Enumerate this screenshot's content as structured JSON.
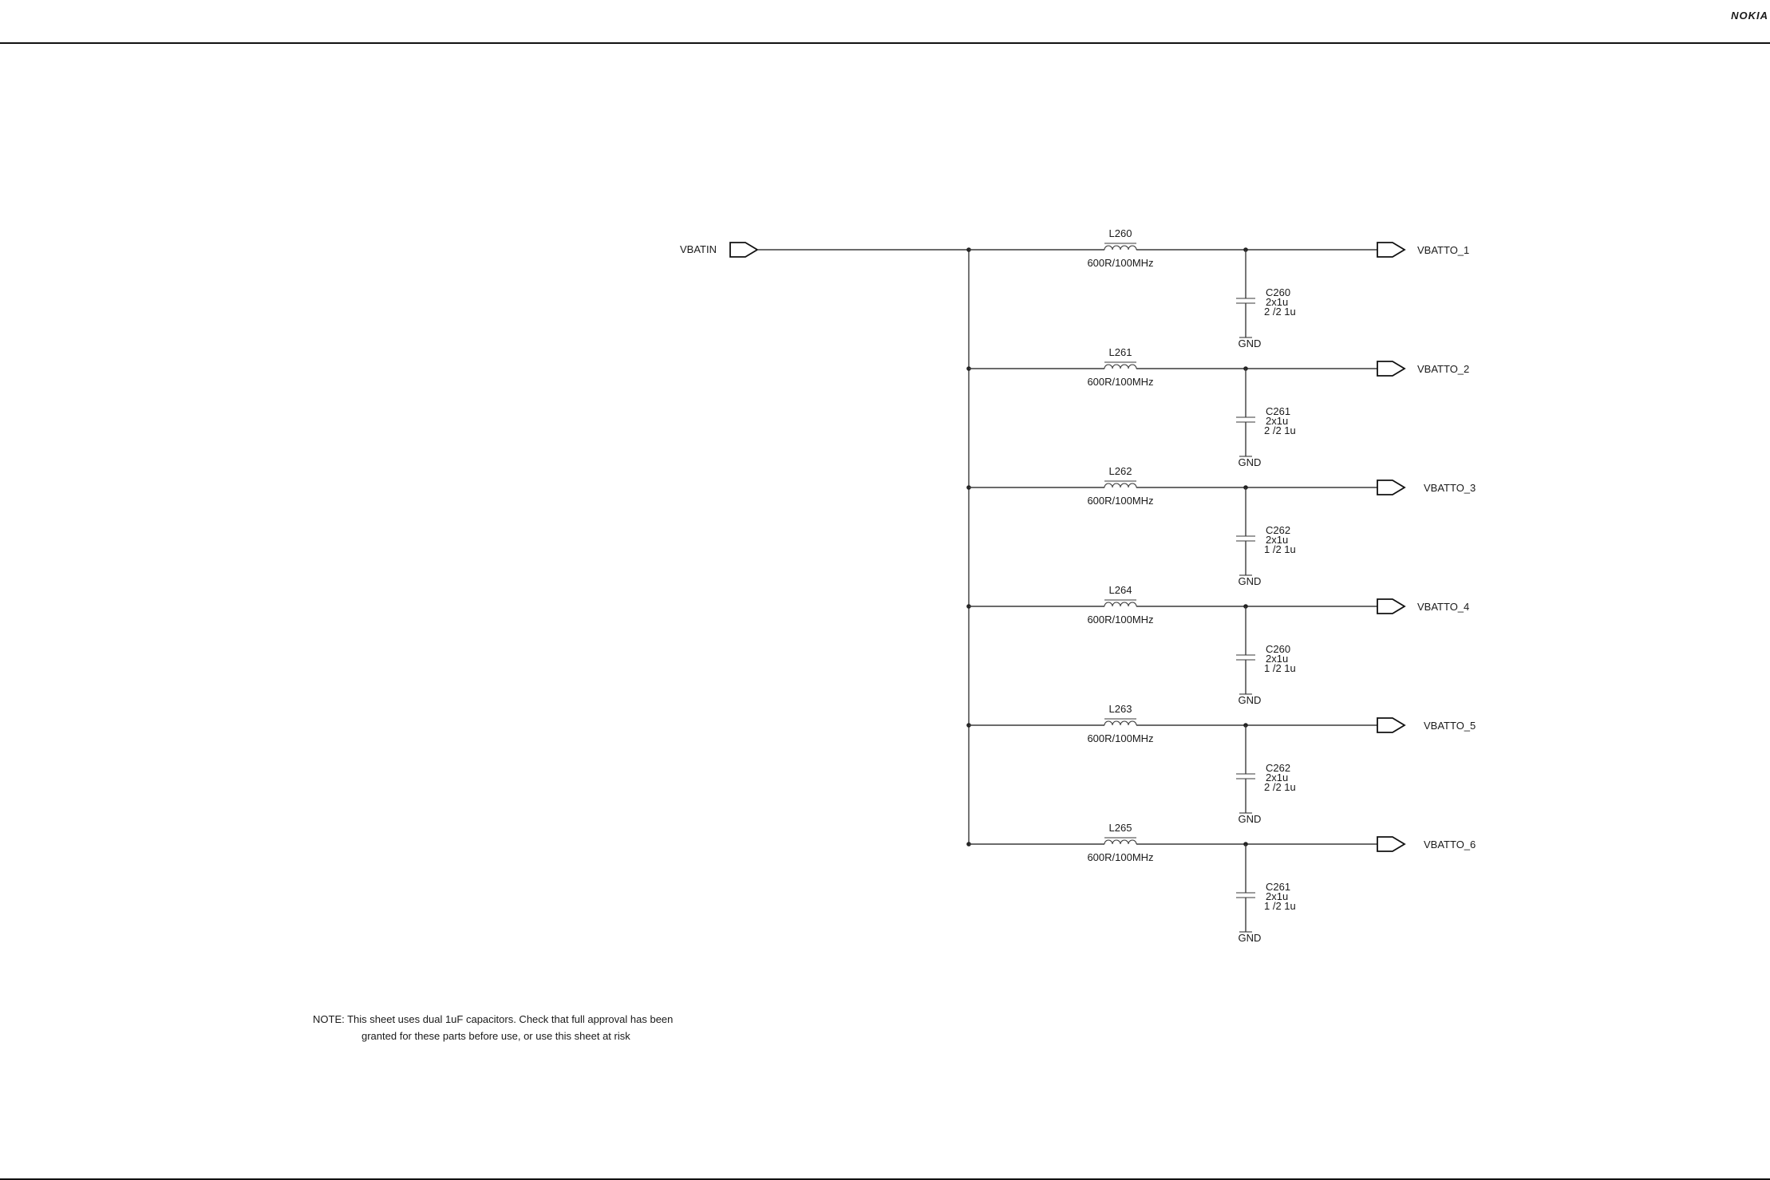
{
  "header": {
    "logo_text": "NOKIA",
    "logo_color": "#1a5ad7"
  },
  "input": {
    "net": "VBATIN"
  },
  "branches": [
    {
      "inductor": "L260",
      "ind_value": "600R/100MHz",
      "cap": "C260",
      "cap_value": "2x1u",
      "cap_sub": "2 /2 1u",
      "gnd": "GND",
      "output": "VBATTO_1"
    },
    {
      "inductor": "L261",
      "ind_value": "600R/100MHz",
      "cap": "C261",
      "cap_value": "2x1u",
      "cap_sub": "2 /2 1u",
      "gnd": "GND",
      "output": "VBATTO_2"
    },
    {
      "inductor": "L262",
      "ind_value": "600R/100MHz",
      "cap": "C262",
      "cap_value": "2x1u",
      "cap_sub": "1 /2 1u",
      "gnd": "GND",
      "output": "VBATTO_3"
    },
    {
      "inductor": "L264",
      "ind_value": "600R/100MHz",
      "cap": "C260",
      "cap_value": "2x1u",
      "cap_sub": "1 /2 1u",
      "gnd": "GND",
      "output": "VBATTO_4"
    },
    {
      "inductor": "L263",
      "ind_value": "600R/100MHz",
      "cap": "C262",
      "cap_value": "2x1u",
      "cap_sub": "2 /2 1u",
      "gnd": "GND",
      "output": "VBATTO_5"
    },
    {
      "inductor": "L265",
      "ind_value": "600R/100MHz",
      "cap": "C261",
      "cap_value": "2x1u",
      "cap_sub": "1 /2 1u",
      "gnd": "GND",
      "output": "VBATTO_6"
    }
  ],
  "note": {
    "line1": "NOTE: This sheet uses dual 1uF capacitors.  Check that full approval has been",
    "line2": "granted for these parts before use, or use this sheet at risk"
  }
}
